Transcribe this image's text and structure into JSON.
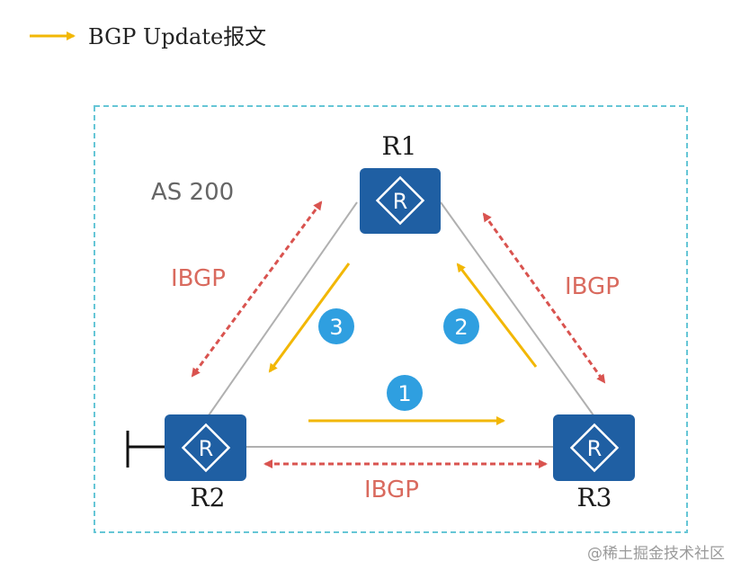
{
  "legend": {
    "label": "BGP Update报文"
  },
  "as_label": "AS 200",
  "routers": {
    "r1": "R1",
    "r2": "R2",
    "r3": "R3"
  },
  "router_glyph": "R",
  "links": {
    "left": "IBGP",
    "right": "IBGP",
    "bottom": "IBGP"
  },
  "steps": {
    "s1": "1",
    "s2": "2",
    "s3": "3"
  },
  "watermark": "@稀土掘金技术社区",
  "colors": {
    "update_arrow": "#F2B705",
    "ibgp": "#D9534F",
    "ibgp_text": "#D96A5E",
    "router_fill": "#1F5FA3",
    "step_badge": "#2F9FE0",
    "as_border": "#66C6D6"
  }
}
